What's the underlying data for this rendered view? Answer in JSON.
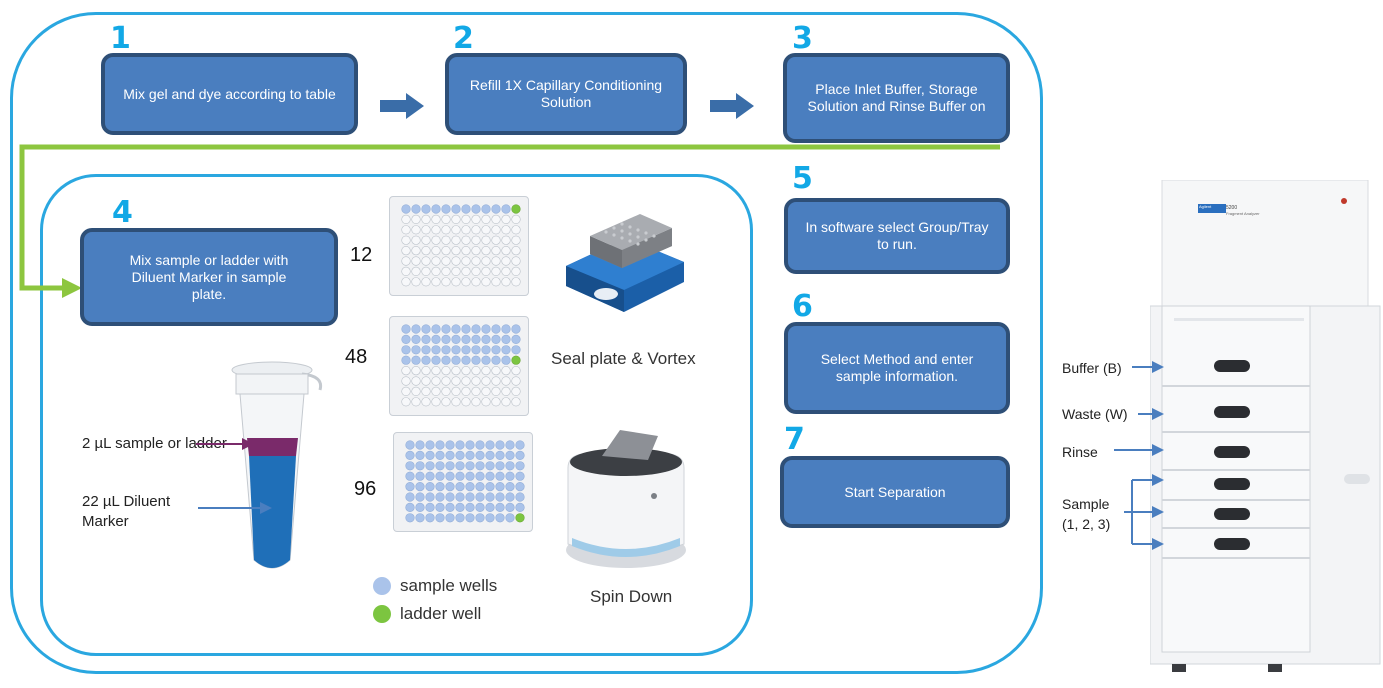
{
  "colors": {
    "frame": "#2aa7e0",
    "step_box": "#4a7ebf",
    "step_box_border": "#2e4f77",
    "step_number": "#12a8e6",
    "arrow": "#3a6da8",
    "flow_line": "#8dc63f",
    "sample_well": "#aac3ea",
    "ladder_well": "#7cc540",
    "tube_sample_layer": "#7a2a6a",
    "tube_diluent": "#1f6fb8",
    "sample_arrow": "#7a2a6a",
    "label_arrow": "#4a7ebf"
  },
  "steps": [
    {
      "number": "1",
      "text": "Mix gel and dye according to table"
    },
    {
      "number": "2",
      "text": "Refill 1X Capillary Conditioning Solution"
    },
    {
      "number": "3",
      "text": "Place Inlet Buffer, Storage Solution and Rinse Buffer on"
    },
    {
      "number": "4",
      "text": "Mix sample or ladder with Diluent Marker in sample plate."
    },
    {
      "number": "5",
      "text": "In software select Group/Tray to run."
    },
    {
      "number": "6",
      "text": "Select Method  and enter sample information."
    },
    {
      "number": "7",
      "text": "Start Separation"
    }
  ],
  "plates": [
    {
      "count": "12",
      "filled_rows": 1
    },
    {
      "count": "48",
      "filled_rows": 4
    },
    {
      "count": "96",
      "filled_rows": 8
    }
  ],
  "captions": {
    "vortex": "Seal plate & Vortex",
    "spin": "Spin Down"
  },
  "tube": {
    "sample_label": "2 µL sample or ladder",
    "diluent_label": "22 µL Diluent Marker"
  },
  "legend": {
    "sample_wells": "sample wells",
    "ladder_well": "ladder well"
  },
  "instrument": {
    "brand": "Agilent",
    "model": "5200",
    "model_sub": "Fragment Analyzer",
    "buffer_label": "Buffer (B)",
    "waste_label": "Waste (W)",
    "rinse_label": "Rinse",
    "sample_label": "Sample (1, 2, 3)"
  }
}
